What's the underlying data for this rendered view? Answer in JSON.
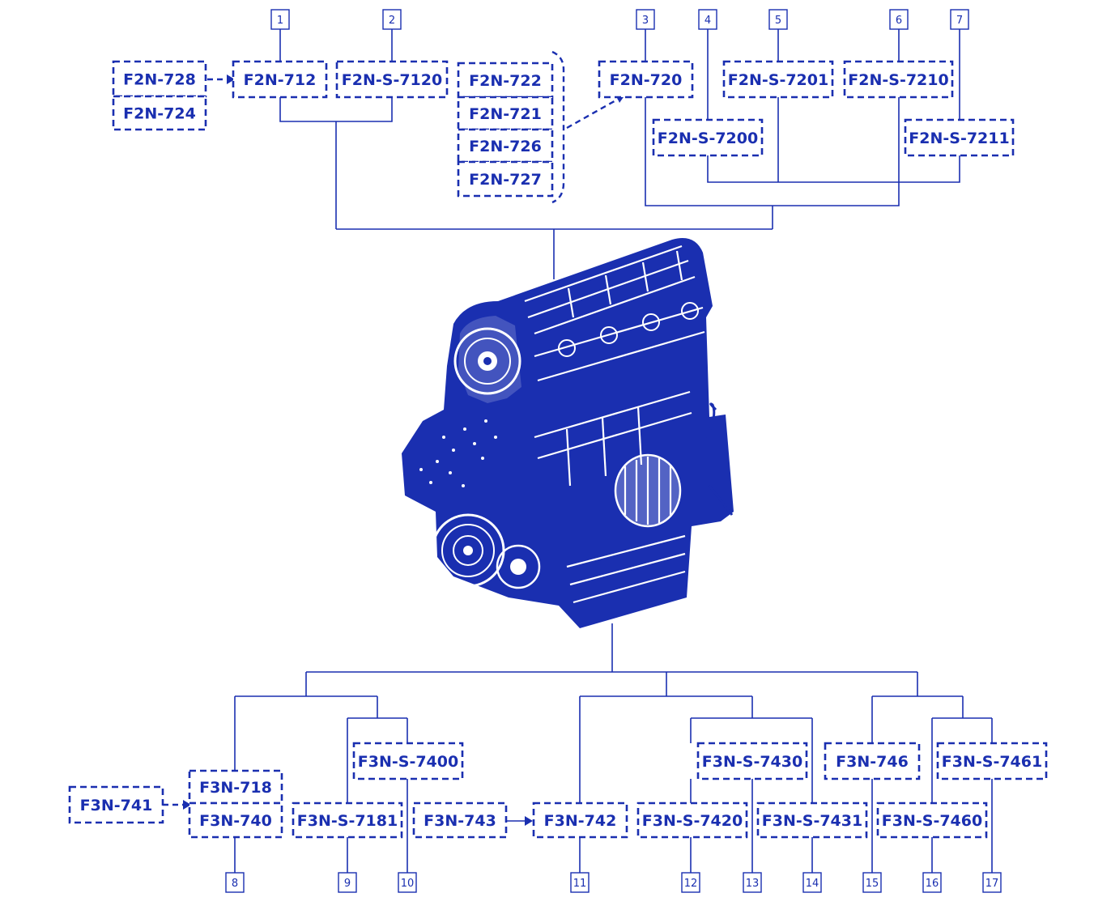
{
  "colors": {
    "ink": "#1a2fb0",
    "background": "#ffffff"
  },
  "engine": {
    "icon": "engine-illustration-icon"
  },
  "callouts_top": [
    "1",
    "2",
    "3",
    "4",
    "5",
    "6",
    "7"
  ],
  "callouts_bottom": [
    "8",
    "9",
    "10",
    "11",
    "12",
    "13",
    "14",
    "15",
    "16",
    "17"
  ],
  "parts_top": [
    "F2N-728",
    "F2N-724",
    "F2N-712",
    "F2N-S-7120",
    "F2N-722",
    "F2N-721",
    "F2N-726",
    "F2N-727",
    "F2N-720",
    "F2N-S-7201",
    "F2N-S-7210",
    "F2N-S-7200",
    "F2N-S-7211"
  ],
  "parts_bottom": [
    "F3N-741",
    "F3N-718",
    "F3N-740",
    "F3N-S-7181",
    "F3N-S-7400",
    "F3N-743",
    "F3N-742",
    "F3N-S-7420",
    "F3N-S-7430",
    "F3N-S-7431",
    "F3N-746",
    "F3N-S-7461",
    "F3N-S-7460"
  ]
}
